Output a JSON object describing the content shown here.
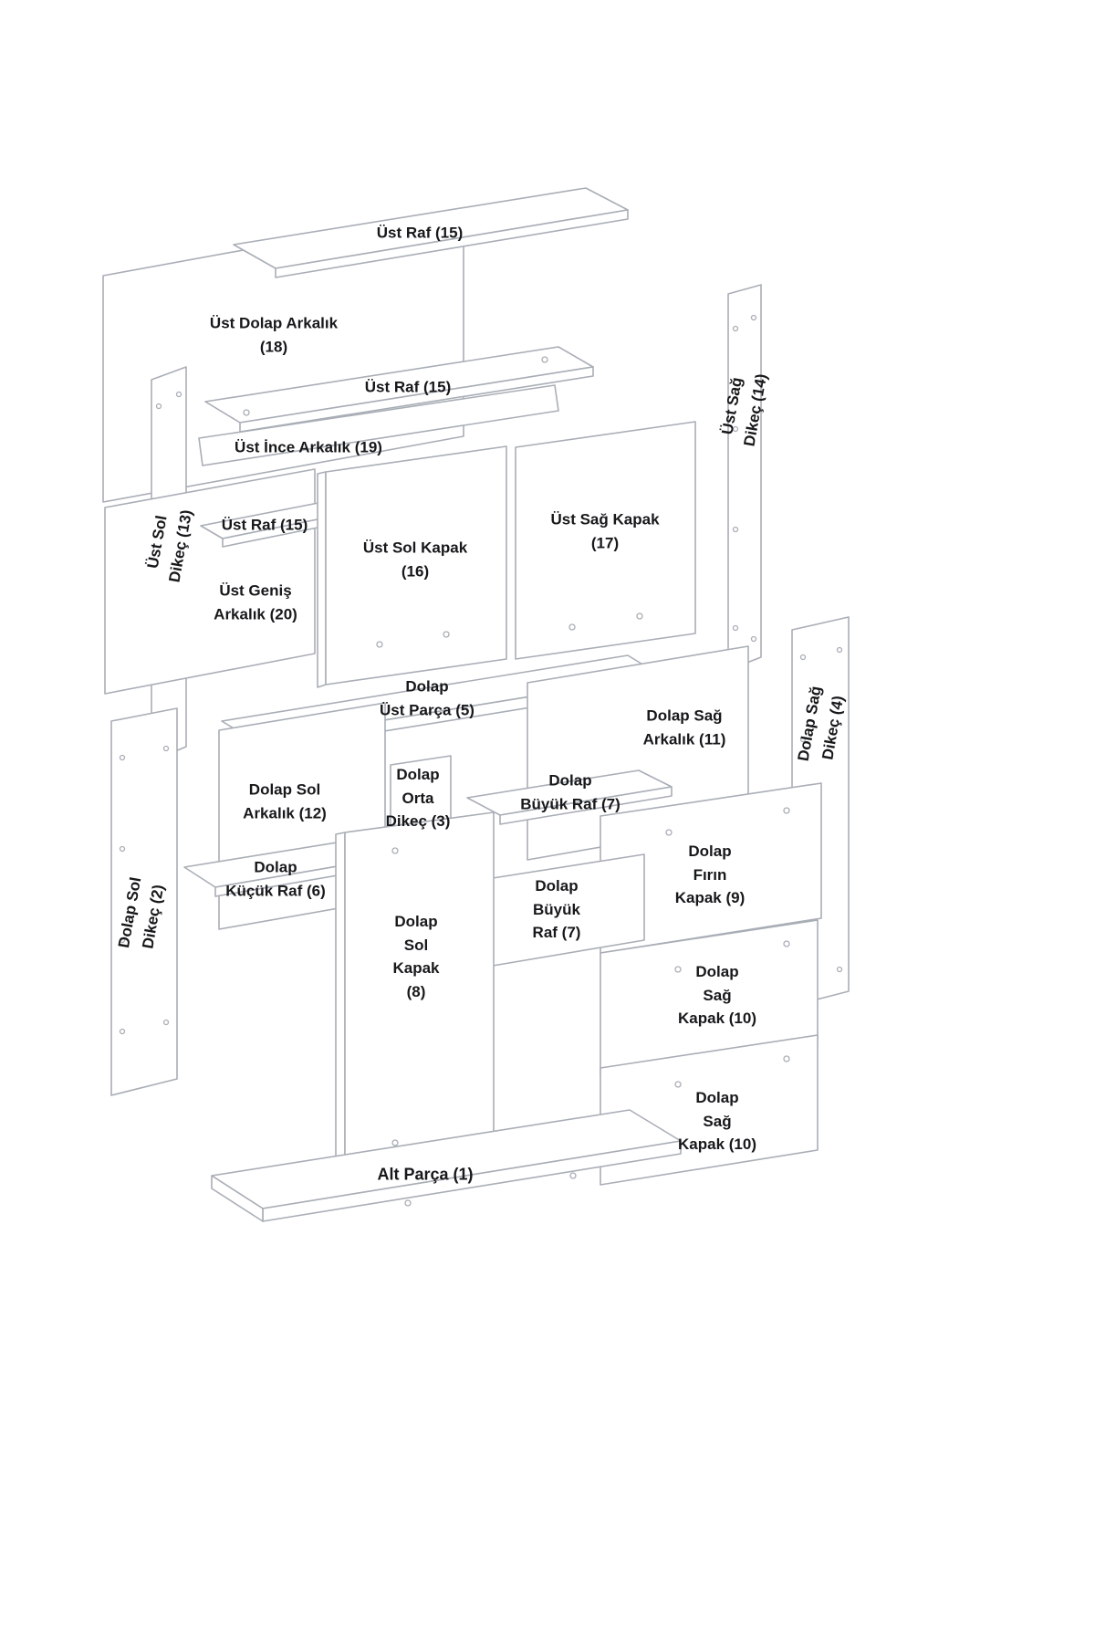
{
  "diagram": {
    "kind": "exploded-furniture-assembly-diagram",
    "language": "Turkish",
    "colors": {
      "line": "#a9aeb6",
      "text": "#17181a",
      "background": "#ffffff"
    }
  },
  "labels": [
    {
      "id": "ust-raf-15-top",
      "text": "Üst Raf (15)"
    },
    {
      "id": "ust-dolap-arkalik-18",
      "text": "Üst Dolap Arkalık\n(18)"
    },
    {
      "id": "ust-raf-15-mid",
      "text": "Üst Raf (15)"
    },
    {
      "id": "ust-ince-arkalik-19",
      "text": "Üst İnce Arkalık (19)"
    },
    {
      "id": "ust-sag-dikec-14",
      "text": "Üst Sağ\nDikeç (14)"
    },
    {
      "id": "ust-raf-15-low",
      "text": "Üst Raf (15)"
    },
    {
      "id": "ust-sol-kapak-16",
      "text": "Üst Sol Kapak\n(16)"
    },
    {
      "id": "ust-sag-kapak-17",
      "text": "Üst Sağ Kapak\n(17)"
    },
    {
      "id": "ust-sol-dikec-13",
      "text": "Üst Sol\nDikeç (13)"
    },
    {
      "id": "ust-genis-arkalik-20",
      "text": "Üst Geniş\nArkalık (20)"
    },
    {
      "id": "dolap-ust-parca-5",
      "text": "Dolap\nÜst Parça (5)"
    },
    {
      "id": "dolap-sag-arkalik-11",
      "text": "Dolap Sağ\nArkalık (11)"
    },
    {
      "id": "dolap-sag-dikec-4",
      "text": "Dolap Sağ\nDikeç (4)"
    },
    {
      "id": "dolap-sol-arkalik-12",
      "text": "Dolap Sol\nArkalık (12)"
    },
    {
      "id": "dolap-orta-dikec-3",
      "text": "Dolap\nOrta\nDikeç (3)"
    },
    {
      "id": "dolap-buyuk-raf-7a",
      "text": "Dolap\nBüyük Raf (7)"
    },
    {
      "id": "dolap-kucuk-raf-6",
      "text": "Dolap\nKüçük Raf (6)"
    },
    {
      "id": "dolap-firin-kapak-9",
      "text": "Dolap\nFırın\nKapak (9)"
    },
    {
      "id": "dolap-buyuk-raf-7b",
      "text": "Dolap\nBüyük\nRaf (7)"
    },
    {
      "id": "dolap-sol-kapak-8",
      "text": "Dolap\nSol\nKapak\n(8)"
    },
    {
      "id": "dolap-sag-kapak-10a",
      "text": "Dolap\nSağ\nKapak (10)"
    },
    {
      "id": "dolap-sol-dikec-2",
      "text": "Dolap Sol\nDikeç (2)"
    },
    {
      "id": "dolap-sag-kapak-10b",
      "text": "Dolap\nSağ\nKapak (10)"
    },
    {
      "id": "alt-parca-1",
      "text": "Alt Parça (1)"
    }
  ]
}
